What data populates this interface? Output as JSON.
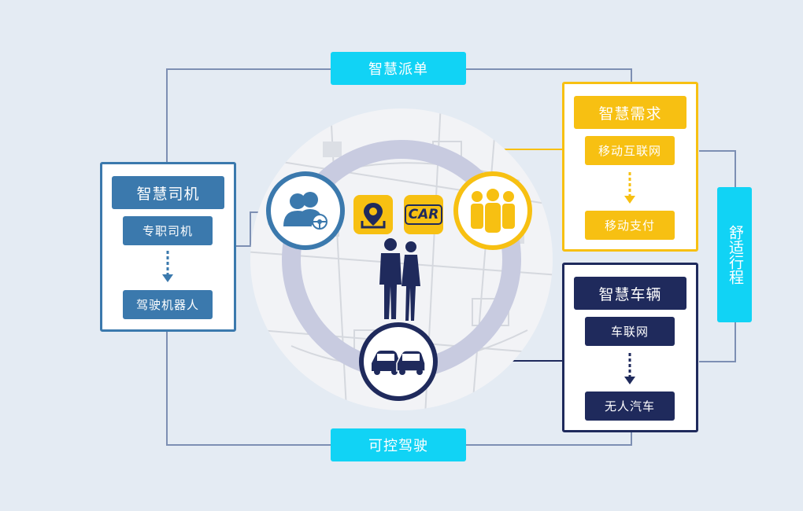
{
  "top_label": "智慧派单",
  "bottom_label": "可控驾驶",
  "right_label": "舒适行程",
  "driver_box": {
    "title": "智慧司机",
    "step1": "专职司机",
    "step2": "驾驶机器人"
  },
  "demand_box": {
    "title": "智慧需求",
    "step1": "移动互联网",
    "step2": "移动支付"
  },
  "vehicle_box": {
    "title": "智慧车辆",
    "step1": "车联网",
    "step2": "无人汽车"
  },
  "car_app_text": "CAR",
  "colors": {
    "cyan": "#11d3f5",
    "blue": "#3b79ad",
    "yellow": "#f7c012",
    "navy": "#1f2a5c",
    "background": "#e4ebf3"
  },
  "icons": [
    "drivers-icon",
    "map-pin-app-icon",
    "car-app-icon",
    "people-group-icon",
    "couple-silhouette-icon",
    "two-cars-icon"
  ]
}
